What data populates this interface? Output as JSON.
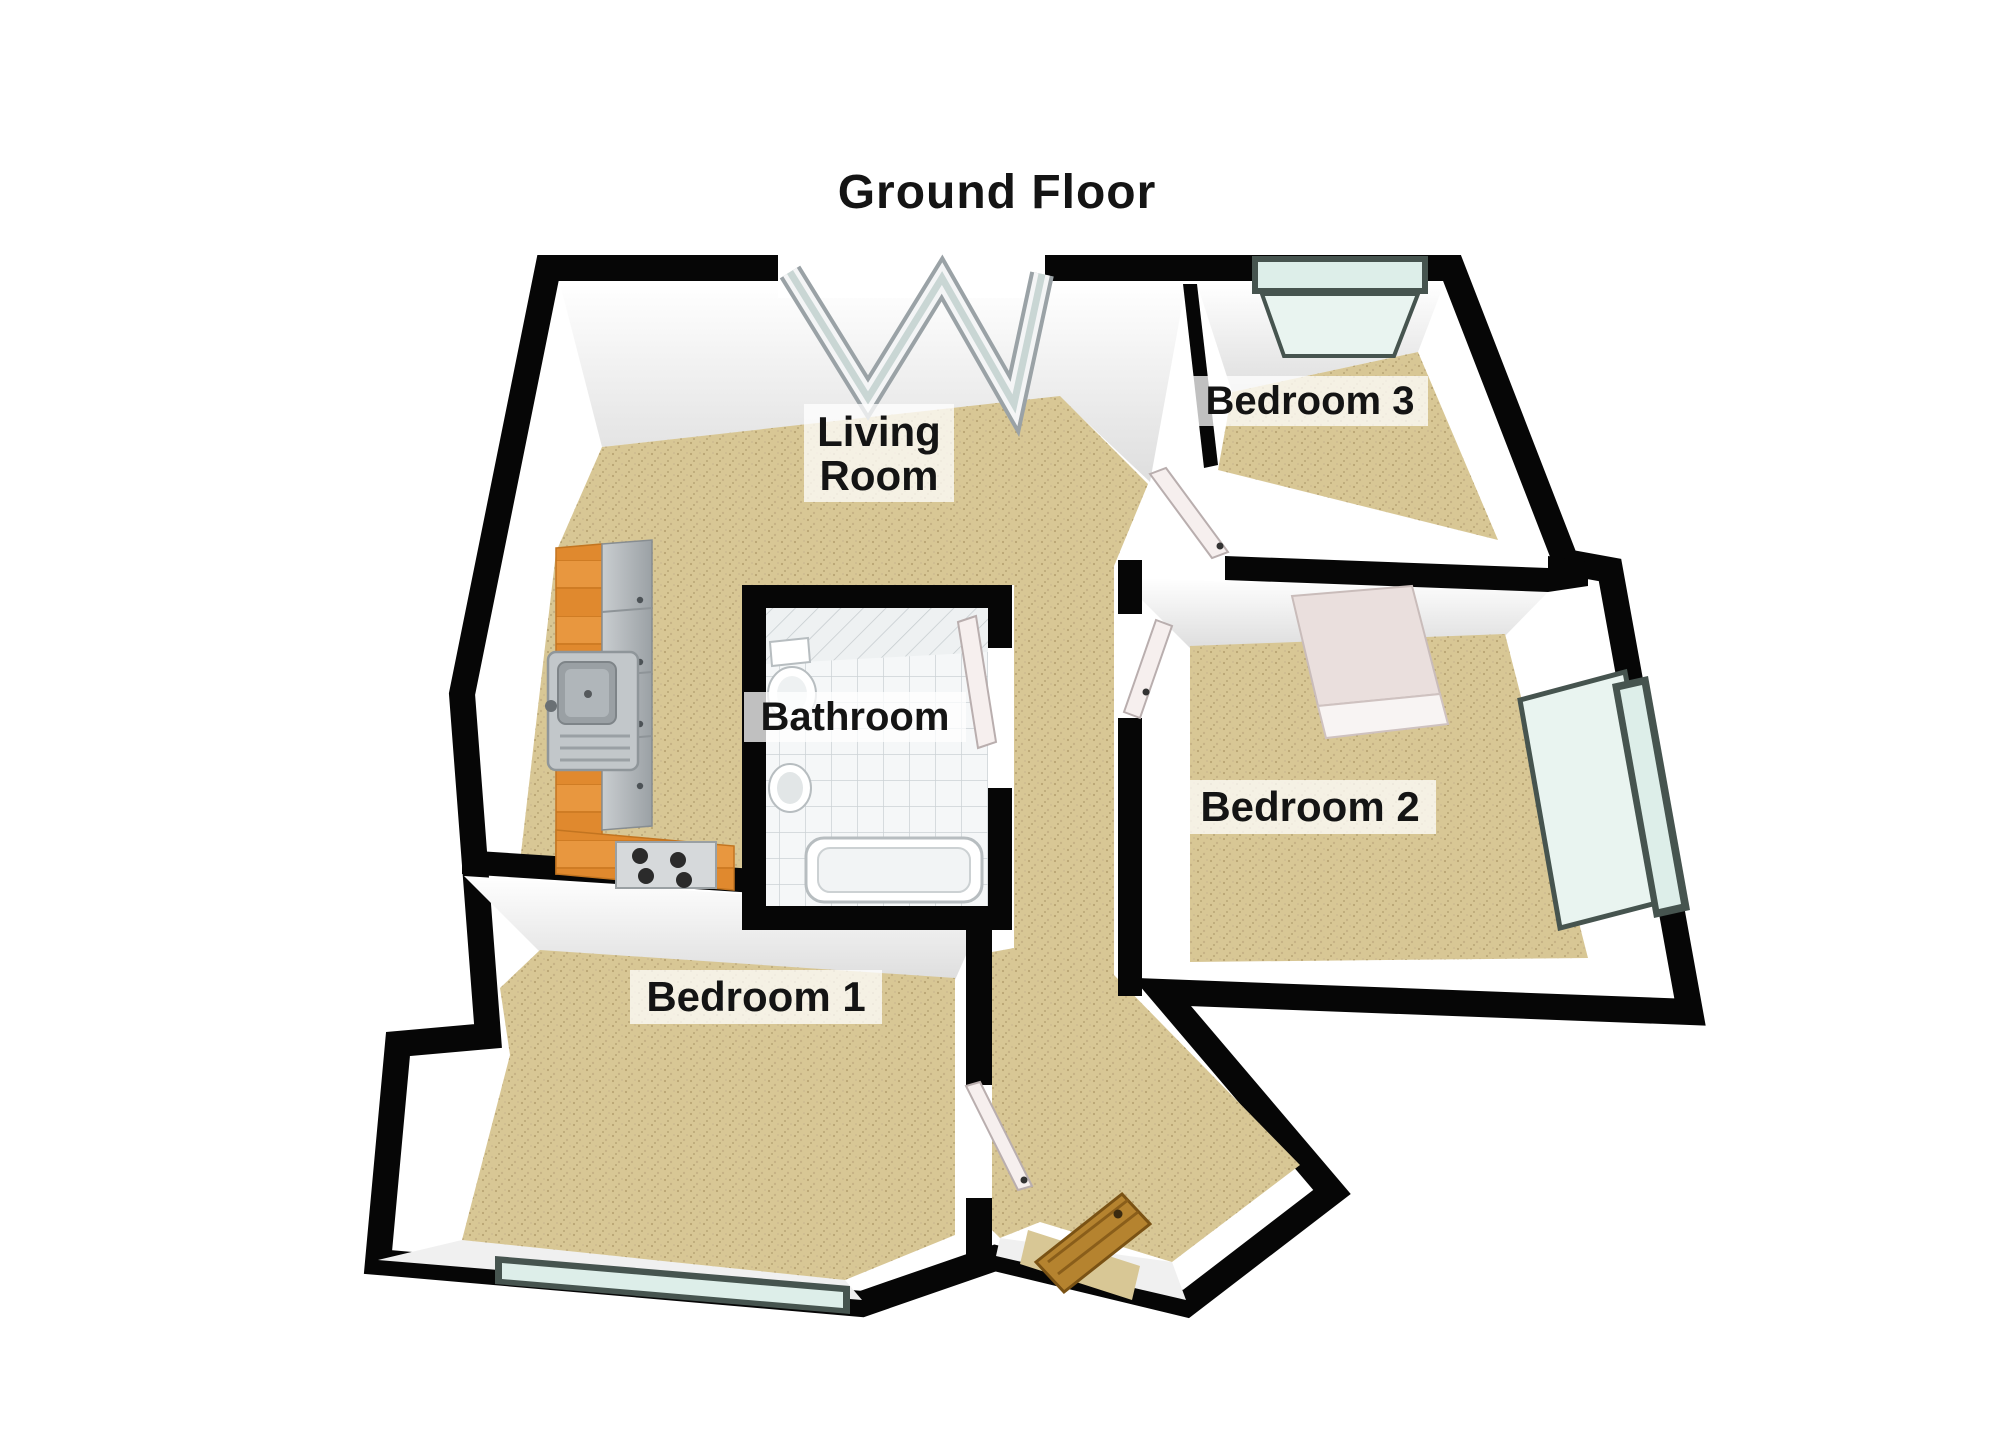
{
  "title": "Ground Floor",
  "rooms": {
    "living_room": {
      "label_line1": "Living",
      "label_line2": "Room"
    },
    "bedroom_1": {
      "label": "Bedroom 1"
    },
    "bedroom_2": {
      "label": "Bedroom 2"
    },
    "bedroom_3": {
      "label": "Bedroom 3"
    },
    "bathroom": {
      "label": "Bathroom"
    }
  },
  "colors": {
    "background": "#ffffff",
    "title_text": "#141414",
    "label_text": "#141414",
    "label_background": "rgba(255,255,255,0.75)",
    "wall": "#060606",
    "wall_face": "#ffffff",
    "floor_carpet": "#d8c795",
    "bathroom_tile": "#f5f7f8",
    "window_glass": "#ddeee9",
    "window_frame": "#46544f",
    "kitchen_counter": "#e8973f",
    "kitchen_cabinet": "#b4b9bd",
    "front_door_wood": "#b5832f",
    "interior_door": "#f6efee",
    "wardrobe": "#eadfdd"
  }
}
